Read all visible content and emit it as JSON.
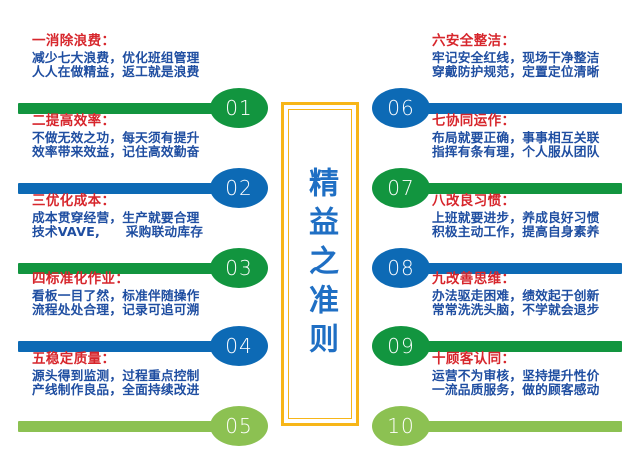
{
  "center": {
    "title": "精益之准则",
    "border_color": "#f7b618",
    "text_color": "#1f6fc4"
  },
  "palette": {
    "red_heading": "#d7262c",
    "blue_body": "#1f4ea1",
    "green_dark": "#1a9e4b",
    "blue_dark": "#0d6ab5",
    "green_light": "#8cc152",
    "background": "#ffffff"
  },
  "items": [
    {
      "number": "01",
      "side": "left",
      "color": "#12953f",
      "heading": "一消除浪费：",
      "lines": [
        "减少七大浪费，优化班组管理",
        "人人在做精益，返工就是浪费"
      ]
    },
    {
      "number": "02",
      "side": "left",
      "color": "#0d6ab5",
      "heading": "二提高效率：",
      "lines": [
        "不做无效之功，每天须有提升",
        "效率带来效益，记住高效勤奋"
      ]
    },
    {
      "number": "03",
      "side": "left",
      "color": "#12953f",
      "heading": "三优化成本：",
      "lines": [
        "成本贯穿经营，生产就要合理",
        "技术VAVE,　　采购联动库存"
      ]
    },
    {
      "number": "04",
      "side": "left",
      "color": "#0d6ab5",
      "heading": "四标准化作业：",
      "lines": [
        "看板一目了然，标准伴随操作",
        "流程处处合理，记录可追可溯"
      ]
    },
    {
      "number": "05",
      "side": "left",
      "color": "#8cc152",
      "heading": "五稳定质量：",
      "lines": [
        "源头得到监测，过程重点控制",
        "产线制作良品，全面持续改进"
      ]
    },
    {
      "number": "06",
      "side": "right",
      "color": "#0d6ab5",
      "heading": "六安全整洁：",
      "lines": [
        "牢记安全红线，现场干净整洁",
        "穿戴防护规范，定置定位清晰"
      ]
    },
    {
      "number": "07",
      "side": "right",
      "color": "#12953f",
      "heading": "七协同运作：",
      "lines": [
        "布局就要正确，事事相互关联",
        "指挥有条有理，个人服从团队"
      ]
    },
    {
      "number": "08",
      "side": "right",
      "color": "#0d6ab5",
      "heading": "八改良习惯：",
      "lines": [
        "上班就要进步，养成良好习惯",
        "积极主动工作，提高自身素养"
      ]
    },
    {
      "number": "09",
      "side": "right",
      "color": "#12953f",
      "heading": "九改善思维：",
      "lines": [
        "办法驱走困难，绩效起于创新",
        "常常洗洗头脑，不学就会退步"
      ]
    },
    {
      "number": "10",
      "side": "right",
      "color": "#8cc152",
      "heading": "十顾客认同：",
      "lines": [
        "运营不为审核，坚持提升性价",
        "一流品质服务，做的顾客感动"
      ]
    }
  ]
}
